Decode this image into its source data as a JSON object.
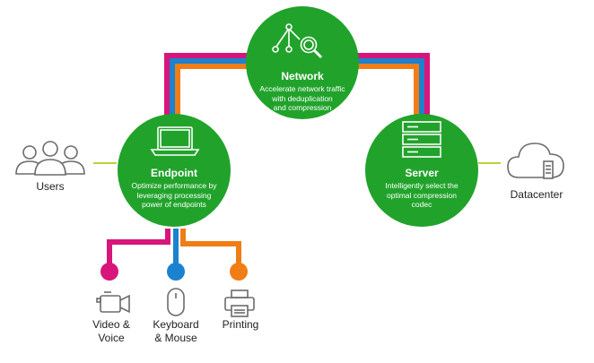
{
  "colors": {
    "green": "#21a32b",
    "magenta": "#d8157a",
    "blue": "#1b82d0",
    "orange": "#f07d16",
    "lime": "#b9d53a",
    "icon_gray": "#6b6b6b"
  },
  "nodes": {
    "network": {
      "title": "Network",
      "desc": [
        "Accelerate network traffic",
        "with deduplication",
        "and compression"
      ],
      "icon": "network-search-icon"
    },
    "endpoint": {
      "title": "Endpoint",
      "desc": [
        "Optimize performance by",
        "leveraging processing",
        "power of endpoints"
      ],
      "icon": "laptop-icon"
    },
    "server": {
      "title": "Server",
      "desc": [
        "Intelligently select the",
        "optimal compression",
        "codec"
      ],
      "icon": "server-rack-icon"
    }
  },
  "external": {
    "users": {
      "label": "Users",
      "icon": "users-icon"
    },
    "datacenter": {
      "label": "Datacenter",
      "icon": "cloud-server-icon"
    }
  },
  "peripherals": [
    {
      "lines": [
        "Video &",
        "Voice"
      ],
      "icon": "video-camera-icon",
      "color": "magenta"
    },
    {
      "lines": [
        "Keyboard",
        "& Mouse"
      ],
      "icon": "mouse-icon",
      "color": "blue"
    },
    {
      "lines": [
        "Printing"
      ],
      "icon": "printer-icon",
      "color": "orange"
    }
  ]
}
